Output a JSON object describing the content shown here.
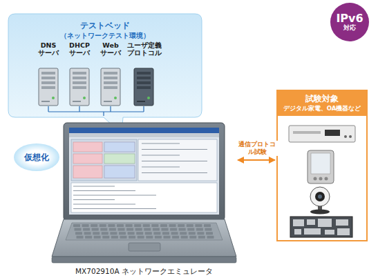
{
  "diagram": {
    "nodes": [
      {
        "text": [
          "テストベッド",
          "（ネットワークテスト環境）"
        ]
      },
      {
        "text": [
          "DNS サーバ"
        ],
        "in": 0
      },
      {
        "text": [
          "DHCP サーバ"
        ],
        "in": 0
      },
      {
        "text": [
          "Web サーバ"
        ],
        "in": 0
      },
      {
        "text": [
          "ユーザ定義 プロトコル"
        ],
        "in": 0
      },
      {
        "text": [
          "仮想化"
        ]
      },
      {
        "text": [
          "MX702910A ネットワークエミュレータ"
        ]
      },
      {
        "text": [
          "試験対象",
          "デジタル家電、OA機器など"
        ]
      },
      {
        "text": [
          "IPv6",
          "対応"
        ]
      }
    ],
    "edges": [
      {
        "from": 6,
        "to": 7,
        "arrow": "both",
        "label": "通信プロトコル試験"
      }
    ]
  }
}
